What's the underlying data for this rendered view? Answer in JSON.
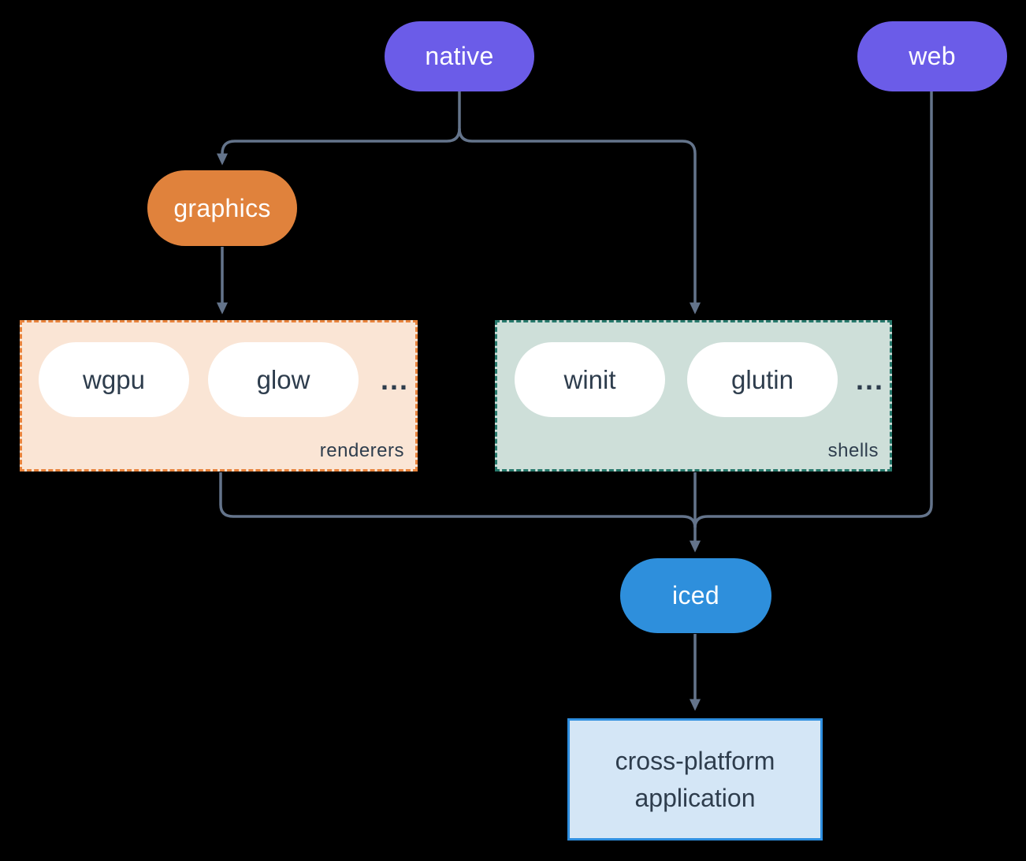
{
  "diagram": {
    "background": "#000000",
    "line_color": "#64748b",
    "text_dark": "#2e3d4d",
    "nodes": {
      "native": {
        "label": "native",
        "fill": "#6b5ce8",
        "text_color": "#ffffff"
      },
      "web": {
        "label": "web",
        "fill": "#6b5ce8",
        "text_color": "#ffffff"
      },
      "graphics": {
        "label": "graphics",
        "fill": "#e0823c",
        "text_color": "#ffffff"
      },
      "iced": {
        "label": "iced",
        "fill": "#2e8fdc",
        "text_color": "#ffffff"
      },
      "app": {
        "label": "cross-platform application",
        "fill": "#d4e6f6",
        "border": "#2f8fe0",
        "text_color": "#2e3d4d"
      }
    },
    "groups": {
      "renderers": {
        "label": "renderers",
        "items": [
          "wgpu",
          "glow"
        ],
        "ellipsis": "...",
        "fill": "#fae5d5",
        "border": "#e8833c"
      },
      "shells": {
        "label": "shells",
        "items": [
          "winit",
          "glutin"
        ],
        "ellipsis": "...",
        "fill": "#cedfd9",
        "border": "#27796c"
      }
    },
    "edges": [
      "native -> graphics",
      "native -> shells",
      "graphics -> renderers",
      "renderers -> iced",
      "shells -> iced",
      "web -> iced",
      "iced -> app"
    ]
  }
}
